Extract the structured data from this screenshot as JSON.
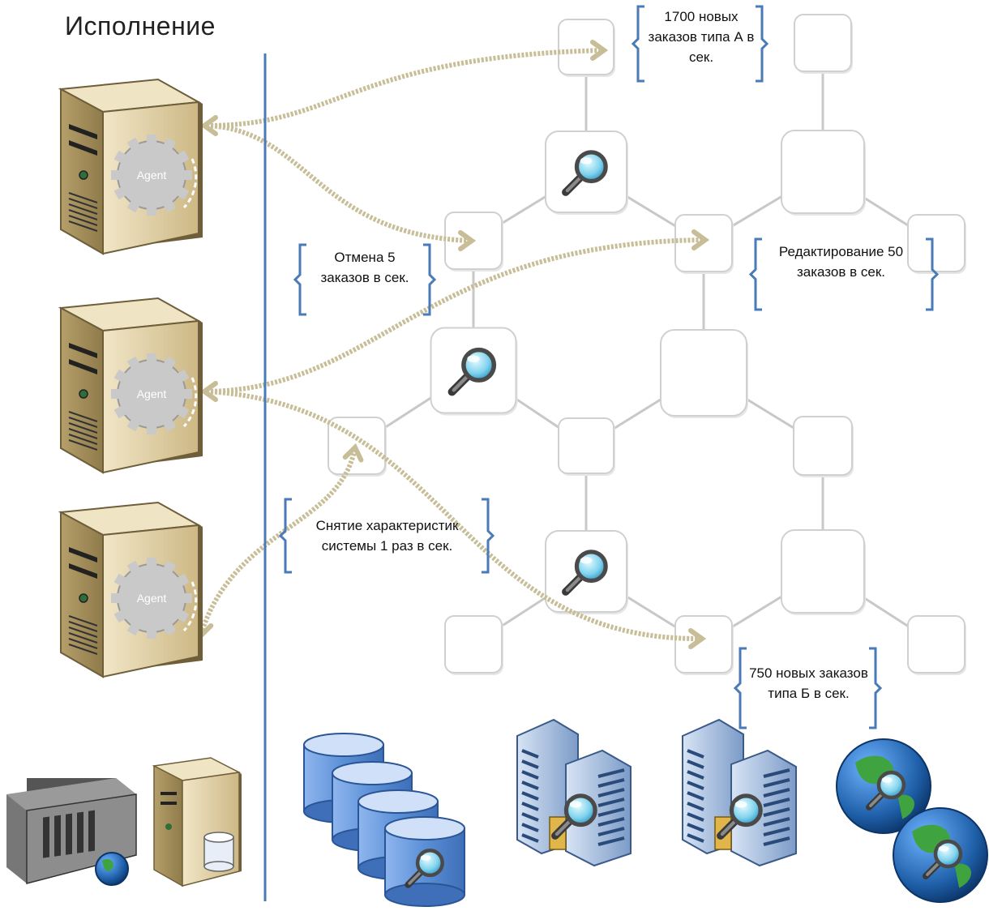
{
  "title": "Исполнение",
  "server_agent_label": "Agent",
  "callouts": {
    "orders_a": "1700 новых заказов типа А в сек.",
    "cancel": "Отмена 5 заказов в сек.",
    "edit": "Редактирование 50 заказов в сек.",
    "stats": "Снятие характеристик системы 1 раз в сек.",
    "orders_b": "750 новых заказов типа Б в сек."
  },
  "colors": {
    "divider": "#4a7ab8",
    "bracket": "#4a7ab8",
    "arrow": "#c7bd96",
    "node_border": "#d0d0d0",
    "link": "#c8c8c8",
    "server_body": "#d9c9a0",
    "db_blue": "#5b8fd6",
    "globe_blue": "#1e5fa8",
    "globe_green": "#3fa33f"
  },
  "icons": [
    "server-icon",
    "rack-server-icon",
    "database-server-icon",
    "database-stack-icon",
    "office-building-icon",
    "globe-icon",
    "magnifier-icon"
  ]
}
